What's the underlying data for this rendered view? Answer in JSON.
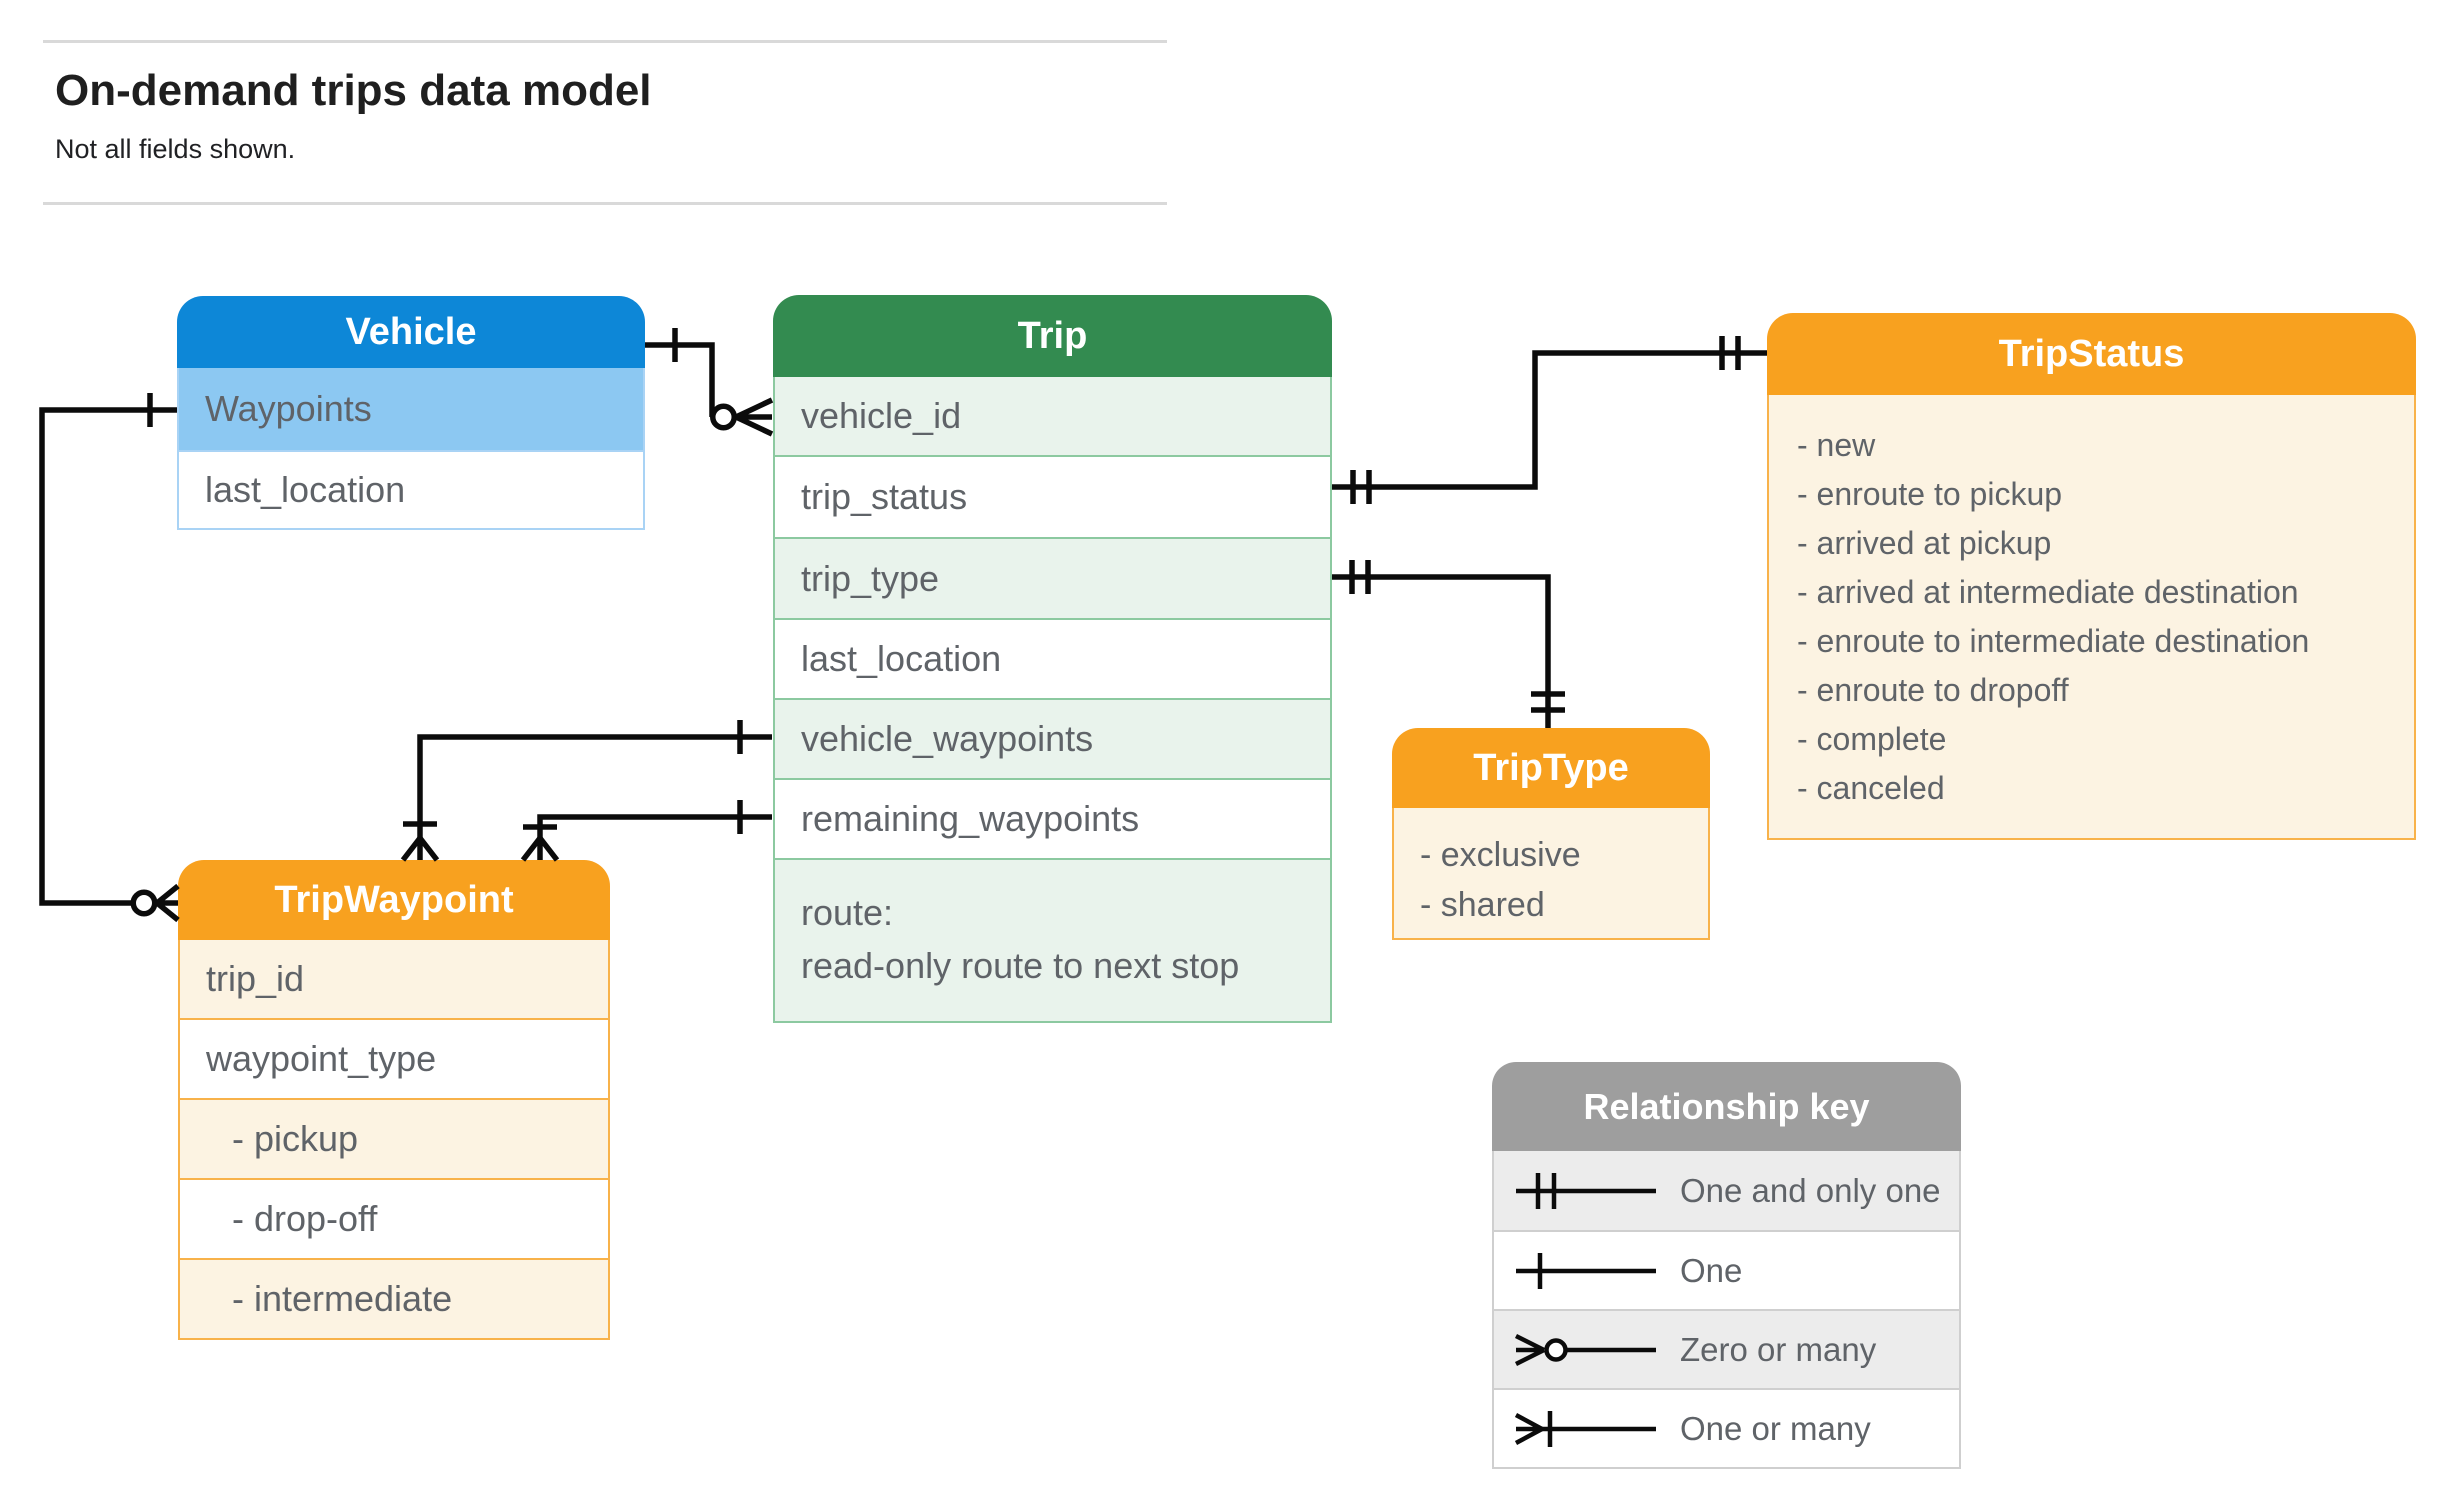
{
  "title_block": {
    "title": "On-demand trips data model",
    "subtitle": "Not all fields shown."
  },
  "entities": {
    "vehicle": {
      "title": "Vehicle",
      "rows": [
        "Waypoints",
        "last_location"
      ]
    },
    "trip": {
      "title": "Trip",
      "rows": [
        "vehicle_id",
        "trip_status",
        "trip_type",
        "last_location",
        "vehicle_waypoints",
        "remaining_waypoints"
      ],
      "route": {
        "line1": "route:",
        "line2": "read-only route to next stop"
      }
    },
    "trip_status": {
      "title": "TripStatus",
      "values": [
        "- new",
        "- enroute to pickup",
        "- arrived at pickup",
        "- arrived at intermediate destination",
        "- enroute to intermediate destination",
        "- enroute to dropoff",
        "- complete",
        "- canceled"
      ]
    },
    "trip_type": {
      "title": "TripType",
      "values": [
        "- exclusive",
        "- shared"
      ]
    },
    "trip_waypoint": {
      "title": "TripWaypoint",
      "rows": [
        "trip_id",
        "waypoint_type"
      ],
      "values": [
        "- pickup",
        "- drop-off",
        "- intermediate"
      ]
    }
  },
  "legend": {
    "title": "Relationship key",
    "items": [
      {
        "symbol": "one-and-only-one",
        "label": "One and only one"
      },
      {
        "symbol": "one",
        "label": "One"
      },
      {
        "symbol": "zero-or-many",
        "label": "Zero or many"
      },
      {
        "symbol": "one-or-many",
        "label": "One or many"
      }
    ]
  },
  "colors": {
    "blue_header": "#0d87d7",
    "blue_light": "#8cc8f2",
    "blue_border": "#a9d3f5",
    "green_header": "#338b50",
    "green_light": "#e9f3ec",
    "green_border": "#8cc9a0",
    "orange_header": "#f8a11f",
    "orange_light": "#fcf3e2",
    "orange_border": "#f8b24a",
    "gray_header": "#9e9e9e",
    "gray_light": "#ececec",
    "gray_border": "#cfcfcf",
    "text": "#5f6368",
    "heading_text": "#1f1f1f",
    "connector": "#0b0b0b"
  }
}
